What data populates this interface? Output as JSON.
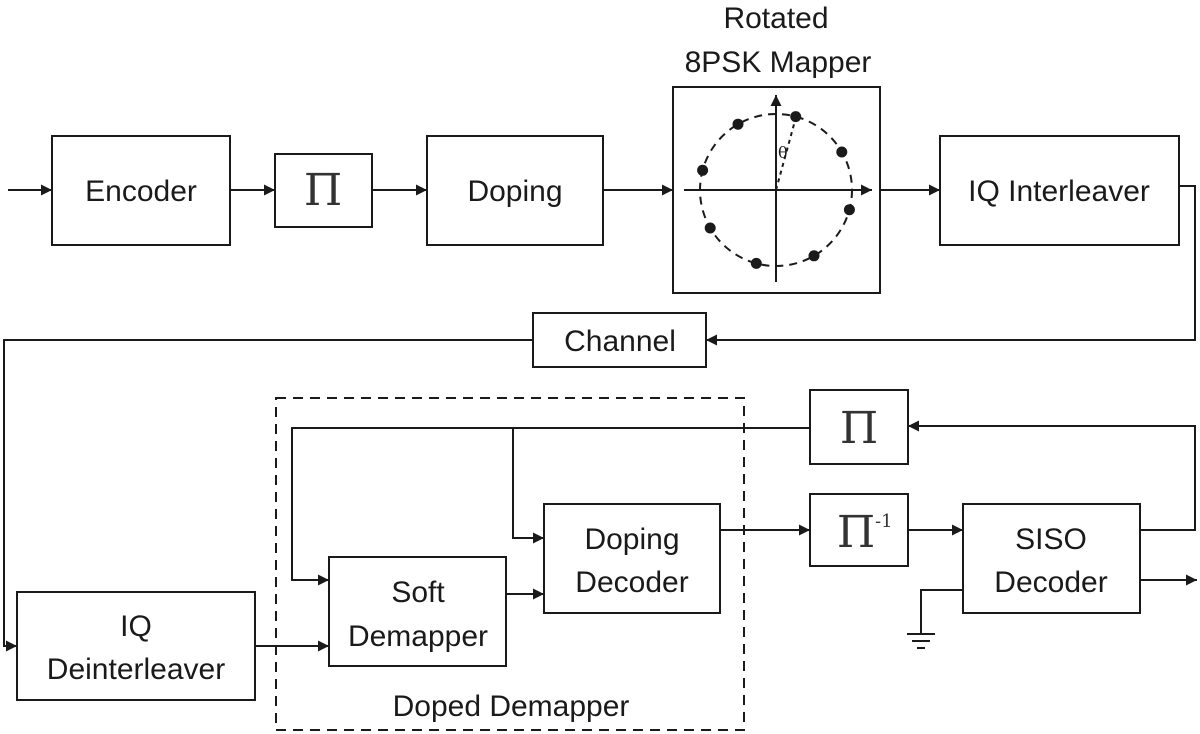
{
  "blocks": {
    "encoder": "Encoder",
    "interleaver_top": "Π",
    "doping": "Doping",
    "mapper_title_1": "Rotated",
    "mapper_title_2": "8PSK Mapper",
    "iq_interleaver": "IQ Interleaver",
    "channel": "Channel",
    "iq_deinterleaver_1": "IQ",
    "iq_deinterleaver_2": "Deinterleaver",
    "soft_demapper_1": "Soft",
    "soft_demapper_2": "Demapper",
    "doping_decoder_1": "Doping",
    "doping_decoder_2": "Decoder",
    "doped_demapper": "Doped Demapper",
    "interleaver_feedback": "Π",
    "deinterleaver": "Π",
    "deinterleaver_sup": "-1",
    "siso_decoder_1": "SISO",
    "siso_decoder_2": "Decoder"
  },
  "constellation": {
    "symbol": "θ",
    "points": 8
  }
}
